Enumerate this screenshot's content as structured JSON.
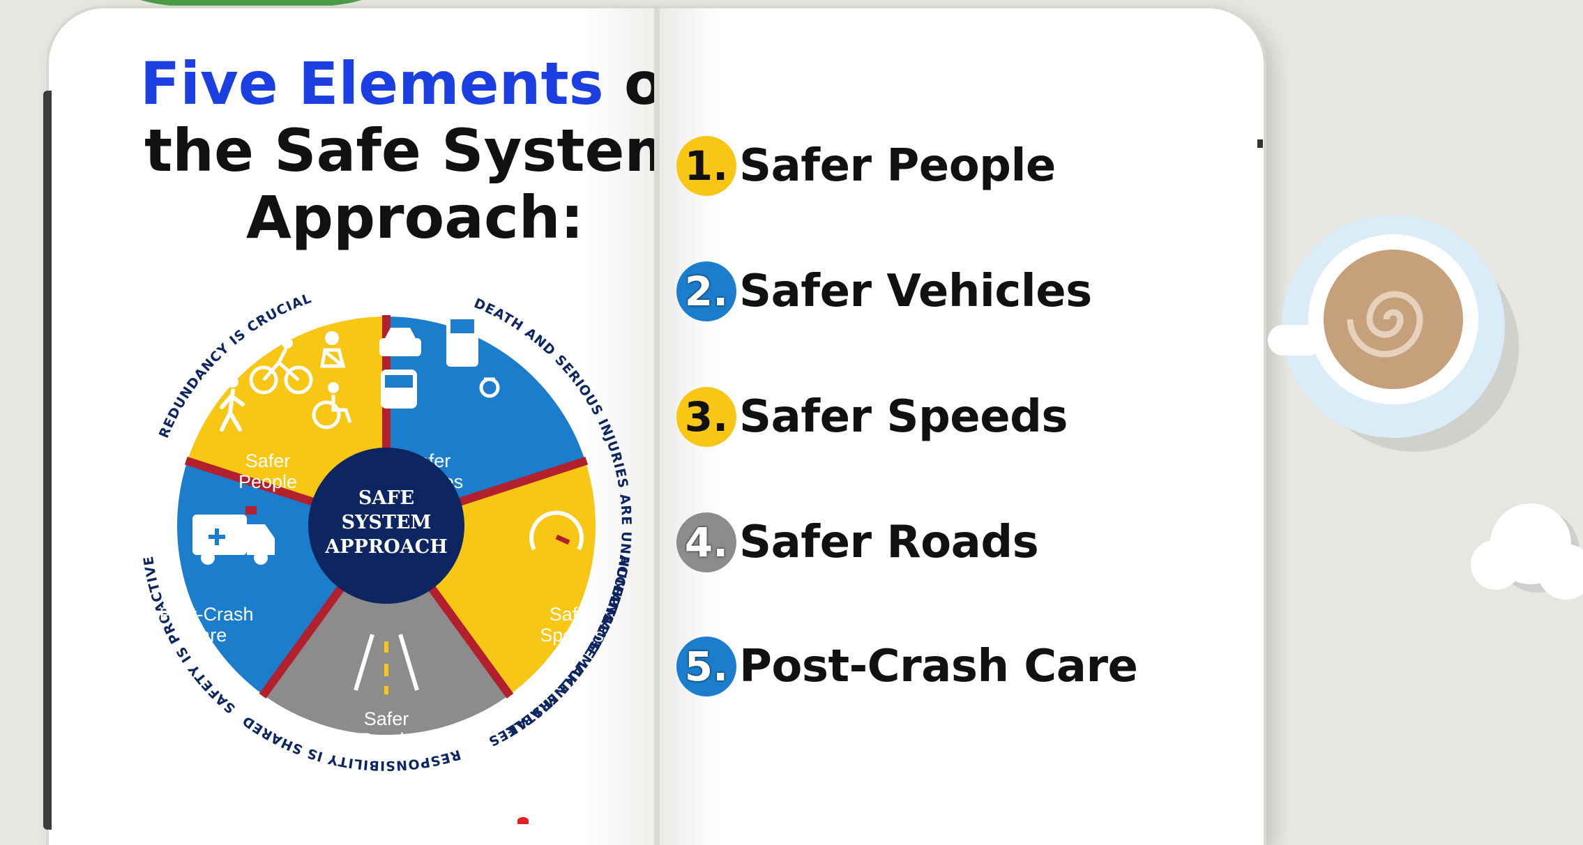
{
  "title": {
    "highlight": "Five Elements",
    "rest_line1": "of",
    "line2": "the Safe System",
    "line3": "Approach:"
  },
  "wheel": {
    "center_lines": [
      "SAFE",
      "SYSTEM",
      "APPROACH"
    ],
    "segments": [
      {
        "lines": [
          "Safer",
          "People"
        ],
        "color": "#f8c614"
      },
      {
        "lines": [
          "Safer",
          "Vehicles"
        ],
        "color": "#1b7dcc"
      },
      {
        "lines": [
          "Safer",
          "Speeds"
        ],
        "color": "#f8c614"
      },
      {
        "lines": [
          "Safer",
          "Roads"
        ],
        "color": "#8c8c8c"
      },
      {
        "lines": [
          "Post-Crash",
          "Care"
        ],
        "color": "#1b7dcc"
      }
    ],
    "principles": [
      "DEATH AND SERIOUS INJURIES ARE UNACCEPTABLE",
      "HUMANS MAKE MISTAKES",
      "HUMANS ARE VULNERABLE",
      "RESPONSIBILITY IS SHARED",
      "SAFETY IS PROACTIVE",
      "REDUNDANCY IS CRUCIAL"
    ],
    "center_color": "#0d2560",
    "separator_color": "#b2202e"
  },
  "elements": [
    {
      "number": "1.",
      "label": "Safer People",
      "badge_color": "#f8c614"
    },
    {
      "number": "2.",
      "label": "Safer Vehicles",
      "badge_color": "#1b7dcc"
    },
    {
      "number": "3.",
      "label": "Safer Speeds",
      "badge_color": "#f8c614"
    },
    {
      "number": "4.",
      "label": "Safer Roads",
      "badge_color": "#8c8c8c"
    },
    {
      "number": "5.",
      "label": "Post-Crash Care",
      "badge_color": "#1b7dcc"
    }
  ]
}
